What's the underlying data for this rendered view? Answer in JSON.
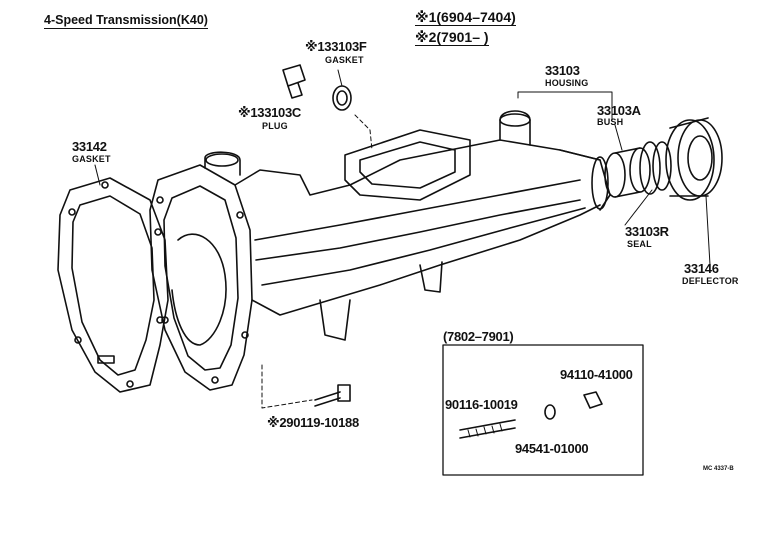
{
  "title": "4-Speed Transmission(K40)",
  "references": {
    "ref1": "※1(6904–7404)",
    "ref2": "※2(7901–      )"
  },
  "parts": {
    "gasket_top": {
      "number": "※133103F",
      "name": "GASKET"
    },
    "plug": {
      "number": "※133103C",
      "name": "PLUG"
    },
    "housing": {
      "number": "33103",
      "name": "HOUSING"
    },
    "bush": {
      "number": "33103A",
      "name": "BUSH"
    },
    "seal": {
      "number": "33103R",
      "name": "SEAL"
    },
    "deflector": {
      "number": "33146",
      "name": "DEFLECTOR"
    },
    "gasket_front": {
      "number": "33142",
      "name": "GASKET"
    },
    "bolt": {
      "number": "※290119-10188"
    }
  },
  "inset": {
    "period": "(7802–7901)",
    "stud": "90116-10019",
    "nut": "94110-41000",
    "washer": "94541-01000"
  },
  "diagram_code": "MC 4337-B"
}
